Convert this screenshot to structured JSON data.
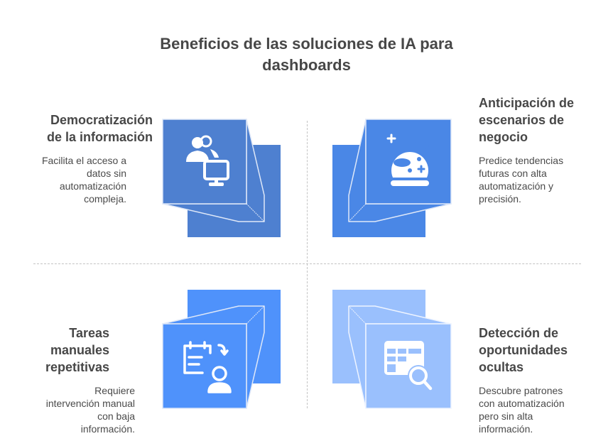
{
  "title": {
    "line1": "Beneficios de las soluciones de IA para",
    "line2": "dashboards"
  },
  "quadrants": [
    {
      "id": "top-left",
      "heading": [
        "Democratización",
        "de la información"
      ],
      "description": [
        "Facilita el acceso a",
        "datos sin",
        "automatización",
        "compleja."
      ],
      "icon": "users-monitor-icon",
      "color": "#4e80d0"
    },
    {
      "id": "top-right",
      "heading": [
        "Anticipación de",
        "escenarios de",
        "negocio"
      ],
      "description": [
        "Predice tendencias",
        "futuras con alta",
        "automatización y",
        "precisión."
      ],
      "icon": "crystal-ball-icon",
      "color": "#4a87e6"
    },
    {
      "id": "bottom-left",
      "heading": [
        "Tareas",
        "manuales",
        "repetitivas"
      ],
      "description": [
        "Requiere",
        "intervención manual",
        "con baja",
        "información."
      ],
      "icon": "calendar-person-icon",
      "color": "#4f92fb"
    },
    {
      "id": "bottom-right",
      "heading": [
        "Detección de",
        "oportunidades",
        "ocultas"
      ],
      "description": [
        "Descubre patrones",
        "con automatización",
        "pero sin alta",
        "información."
      ],
      "icon": "table-search-icon",
      "color": "#9ac0fd"
    }
  ]
}
